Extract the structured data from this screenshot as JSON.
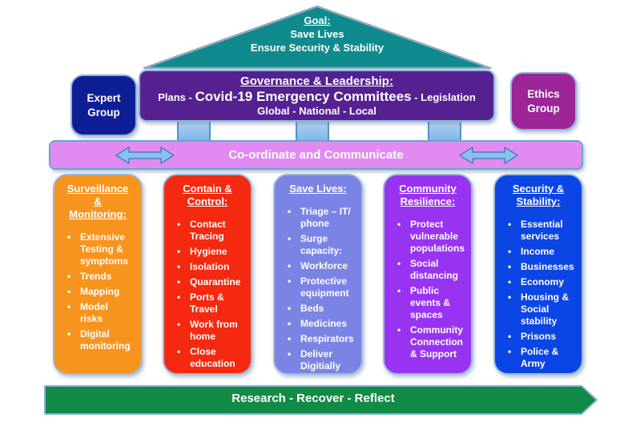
{
  "colors": {
    "triangle": "#0F8B8D",
    "governance_bg": "#552191",
    "expert_bg": "#0E1F96",
    "ethics_bg": "#9C2597",
    "bar_bg": "#E18BF2",
    "connector_blue": "#8CC0EC",
    "connector_stroke": "#4A7EBB",
    "green_arrow": "#118B45"
  },
  "goal": {
    "heading": "Goal:",
    "lines": [
      "Save Lives",
      "Ensure Security & Stability"
    ]
  },
  "governance": {
    "title": "Governance & Leadership:",
    "line2_prefix": "Plans - ",
    "line2_emphasis": "Covid-19 Emergency Committees",
    "line2_suffix": " - Legislation",
    "line3": "Global - National - Local"
  },
  "expert_group": "Expert\nGroup",
  "ethics_group": "Ethics\nGroup",
  "coordinate_bar": "Co-ordinate and Communicate",
  "pillars": [
    {
      "title": "Surveillance\n&\nMonitoring:",
      "color": "#F7941E",
      "items": [
        "Extensive\nTesting &\nsymptoms",
        "Trends",
        "Mapping",
        "Model\nrisks",
        "Digital\nmonitoring"
      ]
    },
    {
      "title": "Contain &\nControl:",
      "color": "#F5290F",
      "items": [
        "Contact\nTracing",
        "Hygiene",
        "Isolation",
        "Quarantine",
        "Ports &\nTravel",
        "Work from\nhome",
        "Close\neducation"
      ]
    },
    {
      "title": "Save Lives:",
      "color": "#7B84E4",
      "items": [
        "Triage – IT/\nphone",
        "Surge\ncapacity:",
        "Workforce",
        "Protective\nequipment",
        "Beds",
        "Medicines",
        "Respirators",
        "Deliver\nDigitially"
      ]
    },
    {
      "title": "Community\nResilience:",
      "color": "#9933F2",
      "items": [
        "Protect\nvulnerable\npopulations",
        "Social\ndistancing",
        "Public\nevents &\nspaces",
        "Community\nConnection\n& Support"
      ]
    },
    {
      "title": "Security &\nStability:",
      "color": "#0B45E4",
      "items": [
        "Essential\nservices",
        "Income",
        "Businesses",
        "Economy",
        "Housing &\nSocial\nstability",
        "Prisons",
        "Police &\nArmy"
      ]
    }
  ],
  "bottom_arrow": "Research - Recover - Reflect"
}
